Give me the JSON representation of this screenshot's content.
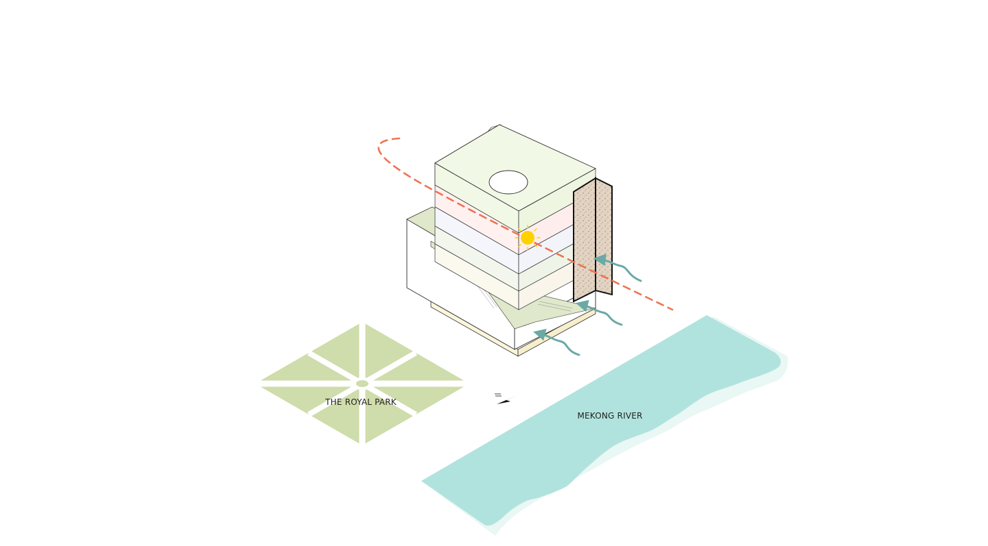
{
  "labels": {
    "park": "THE ROYAL PARK",
    "river": "MEKONG RIVER"
  },
  "colors": {
    "background": "#ffffff",
    "park_green": "#cfdcab",
    "river_teal": "#b1e3de",
    "river_foam": "#e9f7f5",
    "sun_path": "#ee7352",
    "sun": "#ffd100",
    "wind_arrow": "#6ba9a6",
    "roof": "#f1f8e6",
    "facade_screen": "#e3d3c2",
    "outline": "#2b2b2b"
  },
  "icons": [
    "sun-icon",
    "wind-arrow-icon",
    "north-arrow-icon",
    "sun-path-arc"
  ]
}
